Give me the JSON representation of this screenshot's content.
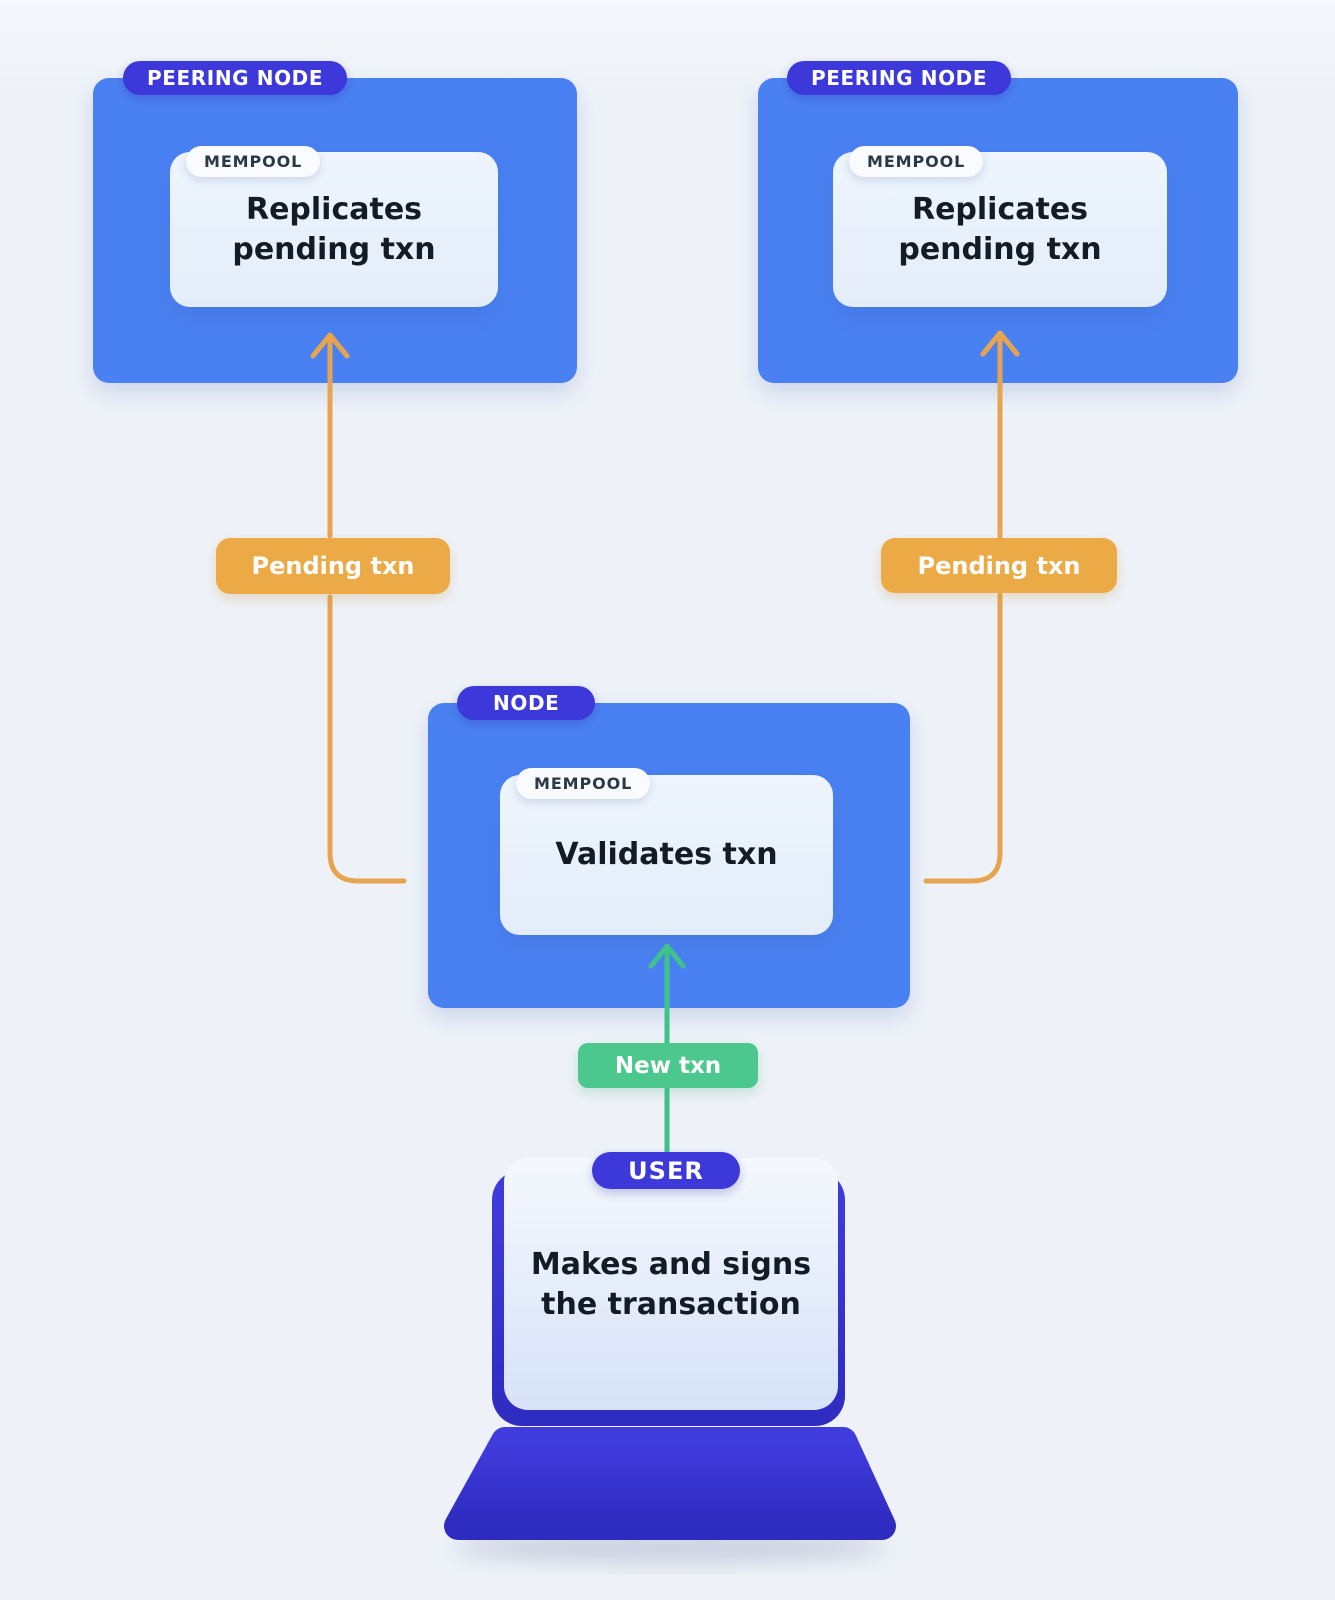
{
  "colors": {
    "background": "#eef2f8",
    "node_blue": "#4a81f2",
    "badge_indigo": "#3d38da",
    "panel_top": "#eef5fd",
    "panel_bottom": "#e3edf9",
    "panel_text": "#111c27",
    "mempool_bg": "#f9fbfe",
    "mempool_text": "#2b3845",
    "orange_fill": "#ecaa47",
    "orange_line": "#e7a44f",
    "green_fill": "#4cc88e",
    "green_line": "#3ec489",
    "laptop_top": "#413cdd",
    "laptop_bottom": "#2e2bc0",
    "screen_top": "#f5f8fd",
    "screen_bottom": "#d7e2f8"
  },
  "peering_node_left": {
    "label": "PEERING NODE",
    "mempool_label": "MEMPOOL",
    "text": "Replicates pending txn"
  },
  "peering_node_right": {
    "label": "PEERING NODE",
    "mempool_label": "MEMPOOL",
    "text": "Replicates pending txn"
  },
  "node": {
    "label": "NODE",
    "mempool_label": "MEMPOOL",
    "text": "Validates txn"
  },
  "user": {
    "label": "USER",
    "text": "Makes and signs the transaction"
  },
  "edges": {
    "pending_left_label": "Pending txn",
    "pending_right_label": "Pending txn",
    "new_txn_label": "New txn"
  }
}
